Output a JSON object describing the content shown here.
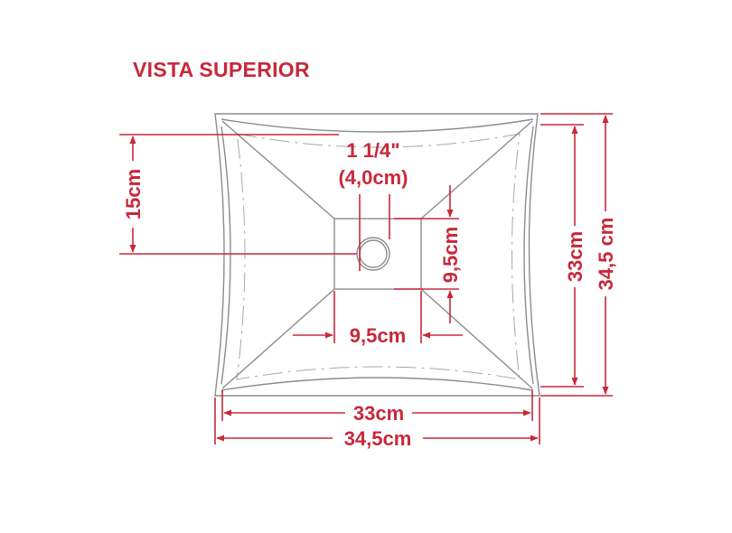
{
  "title": "VISTA SUPERIOR",
  "colors": {
    "dimension": "#c8283a",
    "outline": "#8c8c8c"
  },
  "dimensions": {
    "drain_size": "1 1/4\"",
    "drain_size_cm": "(4,0cm)",
    "center_offset": "15cm",
    "drain_box_height": "9,5cm",
    "drain_box_width": "9,5cm",
    "inner_height": "33cm",
    "outer_height": "34,5 cm",
    "inner_width": "33cm",
    "outer_width": "34,5cm"
  }
}
